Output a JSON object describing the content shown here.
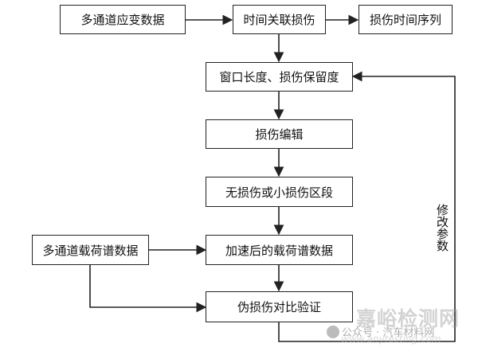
{
  "nodes": {
    "multichannel_strain": "多通道应变数据",
    "time_correlated_damage": "时间关联损伤",
    "damage_time_series": "损伤时间序列",
    "window_length": "窗口长度、损伤保留度",
    "damage_edit": "损伤编辑",
    "no_low_damage_segments": "无损伤或小损伤区段",
    "multichannel_load_spectrum": "多通道载荷谱数据",
    "accelerated_load_spectrum": "加速后的载荷谱数据",
    "pseudo_damage_validation": "伪损伤对比验证"
  },
  "feedback_label": "修改参数",
  "watermark": {
    "main": "嘉峪检测网",
    "account": "公众号 · 汽车材料网",
    "url": "www.anytesting.com"
  }
}
